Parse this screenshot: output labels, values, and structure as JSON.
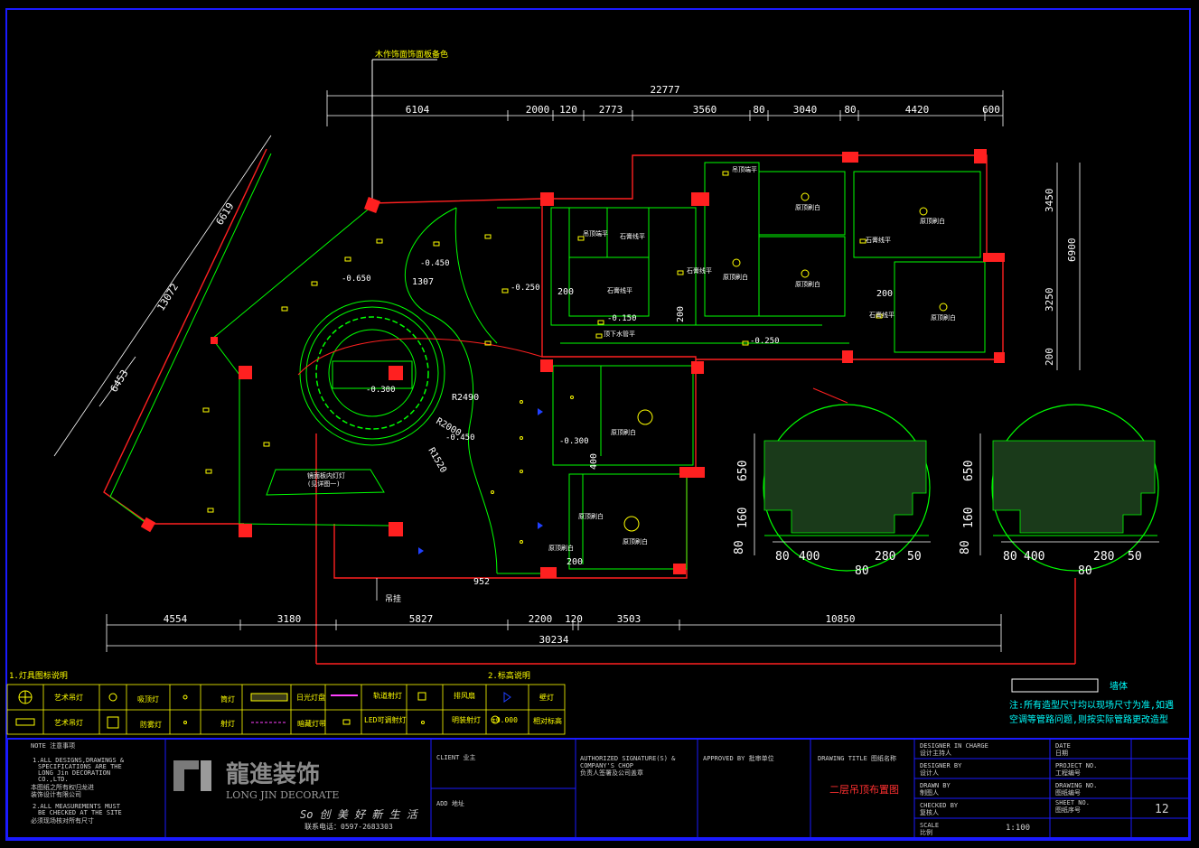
{
  "top_callout": "木作饰面饰面板备色",
  "dims_top": {
    "overall": "22777",
    "segments": [
      "6104",
      "2000",
      "120",
      "2773",
      "3560",
      "80",
      "3040",
      "80",
      "4420",
      "600"
    ]
  },
  "dims_bottom": {
    "overall": "30234",
    "segments": [
      "4554",
      "3180",
      "5827",
      "2200",
      "120",
      "3503",
      "10850"
    ]
  },
  "dims_left": [
    "6619",
    "13072",
    "6453"
  ],
  "dims_right": [
    "3450",
    "6900",
    "3250",
    "200"
  ],
  "plan_labels": {
    "levels": [
      "-0.650",
      "-0.450",
      "-0.250",
      "-0.150",
      "-0.250",
      "-0.300",
      "-0.450",
      "-0.300"
    ],
    "radii": [
      "R2490",
      "R2000",
      "R1520"
    ],
    "small_dims": [
      "1307",
      "200",
      "200",
      "200",
      "400",
      "200",
      "952"
    ],
    "rooms": [
      "吊顶端平",
      "原顶刷白",
      "原顶刷白",
      "原顶刷白",
      "原顶刷白",
      "原顶刷白",
      "原顶刷白",
      "原顶刷白",
      "石膏线平",
      "石膏线平",
      "石膏线平",
      "石膏线平",
      "石膏线平",
      "顶下水管平",
      "吊顶端平",
      "原顶刷白",
      "原顶刷白"
    ],
    "led": "镜面板内灯灯",
    "led_sub": "(见详图一)",
    "hanging": "吊挂"
  },
  "section_dims": [
    "650",
    "160",
    "80",
    "80",
    "400",
    "280",
    "50",
    "80",
    "80"
  ],
  "legend": {
    "title1": "1.灯具图标说明",
    "title2": "2.标高说明",
    "row1": [
      "艺术吊灯",
      "吸顶灯",
      "筒灯",
      "日光灯盘",
      "轨道射灯",
      "排风扇",
      "壁灯"
    ],
    "row2": [
      "艺术吊灯",
      "防雾灯",
      "射灯",
      "暗藏灯带",
      "LED可调射灯",
      "明装射灯",
      "±0.000",
      "相对标高"
    ]
  },
  "note": {
    "label": "墙体",
    "text1": "注:所有造型尺寸均以现场尺寸为准,如遇",
    "text2": "空调等管路问题,则按实际管路更改造型"
  },
  "title_block": {
    "note_header": "NOTE 注意事项",
    "note1": [
      "1.ALL DESIGNS,DRAWINGS &",
      "SPECIFICATIONS ARE THE",
      "LONG Jin DECORATION",
      "CO.,LTD.",
      "本图纸之所有权归龙进",
      "装饰设计有限公司"
    ],
    "note2": [
      "2.ALL MEASUREMENTS MUST",
      "BE CHECKED AT THE SITE",
      "必须现场核对所有尺寸"
    ],
    "logo_cn": "龍進装饰",
    "logo_en": "LONG JIN DECORATE",
    "slogan": "So 创 美 好 新 生 活",
    "phone": "联系电话：0597-2683303",
    "client_label": "CLIENT 业主",
    "add_label": "ADD 地址",
    "auth_label": [
      "AUTHORIZED SIGNATURE(S) &",
      "COMPANY'S CHOP",
      "负责人签署及公司盖章"
    ],
    "approved_label": "APPROVED BY 批审单位",
    "drawing_title_label": "DRAWING TITLE 图纸名称",
    "drawing_title": "二层吊顶布置图",
    "designer_in_charge": [
      "DESIGNER IN CHARGE",
      "设计主持人"
    ],
    "designer_by": [
      "DESIGNER BY",
      "设计人"
    ],
    "drawn_by": [
      "DRAWN BY",
      "制图人"
    ],
    "checked_by": [
      "CHECKED BY",
      "复核人"
    ],
    "scale_label": [
      "SCALE",
      "比例"
    ],
    "scale": "1:100",
    "date": [
      "DATE",
      "日期"
    ],
    "project_no": [
      "PROJECT NO.",
      "工程编号"
    ],
    "drawing_no": [
      "DRAWING NO.",
      "图纸编号"
    ],
    "sheet_no": [
      "SHEET NO.",
      "图纸序号"
    ],
    "sheet": "12"
  },
  "colors": {
    "frame": "#1a1aff",
    "wall": "#ff2020",
    "line": "#00ff00",
    "text": "#ffffff",
    "label": "#ffff00",
    "note": "#00ffff"
  }
}
